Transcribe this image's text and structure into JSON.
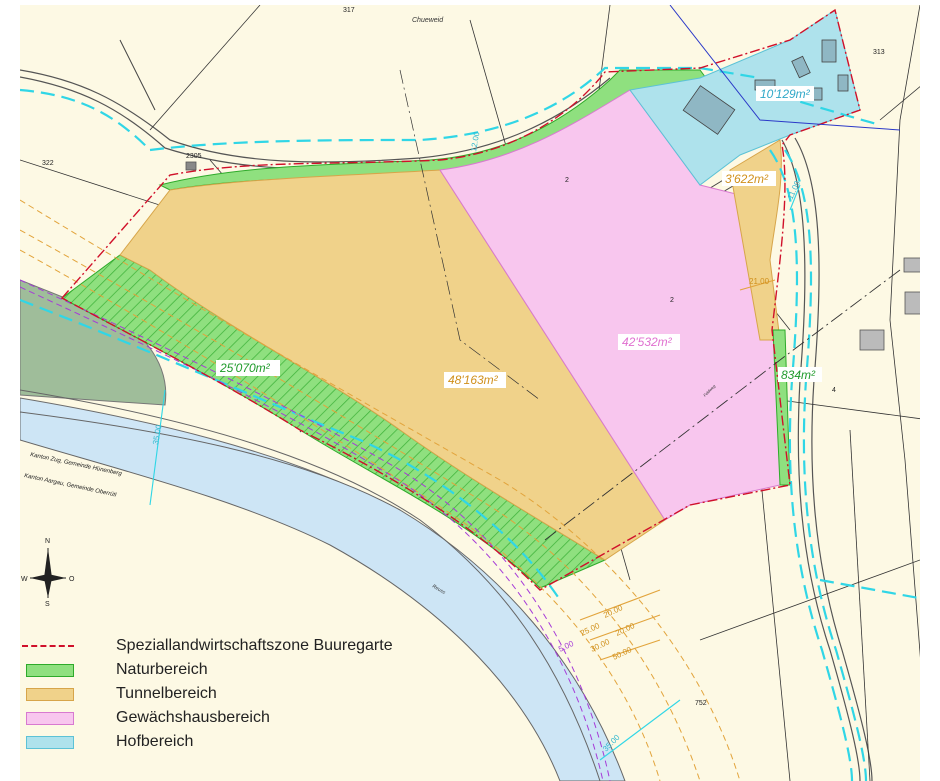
{
  "map": {
    "parcel_numbers": [
      "317",
      "313",
      "322",
      "2305",
      "2",
      "2",
      "4",
      "752"
    ],
    "place_names": [
      "Chueweid"
    ],
    "boundary_labels": [
      "Kanton Zug, Gemeinde Hünenberg",
      "Kanton Aargau, Gemeinde Oberrüti"
    ],
    "river_name": "Reuss",
    "path_label": "Feldweg"
  },
  "areas": {
    "naturbereich_large": "25'070m²",
    "tunnelbereich": "48'163m²",
    "gewaechshausbereich": "42'532m²",
    "hofbereich": "10'129m²",
    "tunnelbereich_small": "3'622m²",
    "naturbereich_small": "834m²"
  },
  "dimensions": [
    "12.00",
    "11.00",
    "21.00",
    "35.00",
    "5.00",
    "25.00",
    "20.00",
    "30.00",
    "20.00",
    "50.00",
    "35.00"
  ],
  "compass": {
    "n": "N",
    "s": "S",
    "w": "W",
    "o": "O"
  },
  "legend": {
    "items": [
      {
        "label": "Speziallandwirtschaftszone Buuregarte",
        "type": "line",
        "color": "#d0102a"
      },
      {
        "label": "Naturbereich",
        "type": "fill",
        "fill": "#8fe07f",
        "stroke": "#2eaa2a"
      },
      {
        "label": "Tunnelbereich",
        "type": "fill",
        "fill": "#f0d28a",
        "stroke": "#d7a54a"
      },
      {
        "label": "Gewächshausbereich",
        "type": "fill",
        "fill": "#f8c6ee",
        "stroke": "#d879d0"
      },
      {
        "label": "Hofbereich",
        "type": "fill",
        "fill": "#aee2ec",
        "stroke": "#5cc2d6"
      }
    ]
  },
  "colors": {
    "background": "#fdf9e4",
    "river": "#cfe6f6",
    "natur": "#8fe07f",
    "tunnel": "#f0d28a",
    "greenhouse": "#f8c6ee",
    "hof": "#aee2ec",
    "boundary": "#d0102a",
    "cyan_dash": "#30d6e6"
  }
}
